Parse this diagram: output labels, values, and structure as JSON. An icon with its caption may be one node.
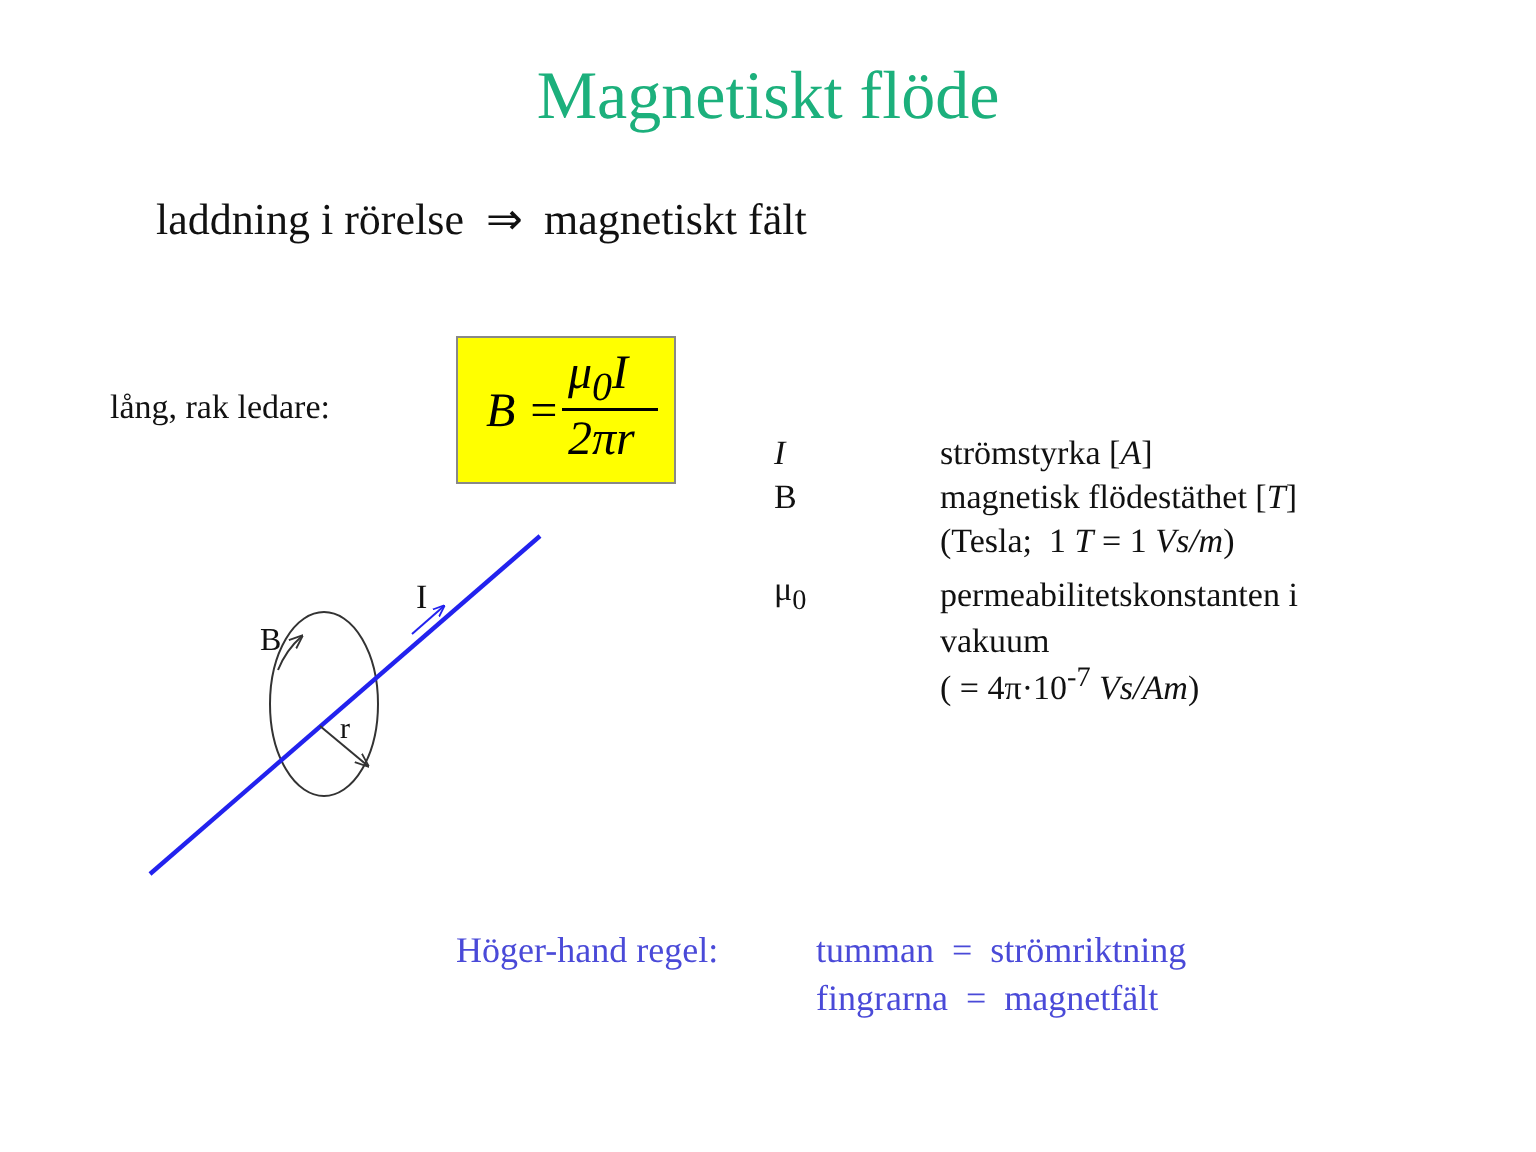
{
  "diagram": {
    "title": "Magnetiskt flöde",
    "nodes": [
      {
        "text": [
          "B =",
          "μ$_{0}$I",
          "2πr"
        ]
      }
    ],
    "labels": [
      "laddning i rörelse  ⇒  magnetiskt fält",
      "lång, rak ledare:",
      "I",
      "B",
      "r",
      "I",
      "strömstyrka [*A*]",
      "B",
      "magnetisk flödestäthet [*T*]",
      "(Tesla;  1 *T* = 1 *Vs/m*)",
      "μ$_{0}$",
      "permeabilitetskonstanten i vakuum",
      "( = 4π·10$^{-7}$ *Vs/Am*)",
      "Höger-hand regel:",
      "tumman  =  strömriktning",
      "fingrarna  =  magnetfält"
    ]
  }
}
